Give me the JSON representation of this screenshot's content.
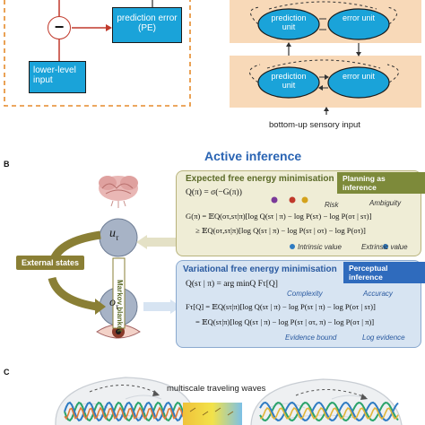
{
  "panel_a": {
    "minus_sign": "−",
    "prediction_error": "prediction error (PE)",
    "lower_level_input": "lower-level input",
    "prediction_unit_top": "prediction unit",
    "error_unit_top": "error unit",
    "prediction_unit_bottom": "prediction unit",
    "error_unit_bottom": "error unit",
    "bottom_up": "bottom-up sensory input"
  },
  "panel_b": {
    "letter": "B",
    "title": "Active inference",
    "u_tau": "u",
    "o_tau": "o",
    "tau": "τ",
    "external_states": "External states",
    "markov_blanket": "Markov blanket",
    "efe": {
      "header": "Expected free energy minimisation",
      "tag": "Planning as inference",
      "eq1": "Q(π) = σ(−G(π))",
      "risk": "Risk",
      "ambiguity": "Ambiguity",
      "eq2": "G(π) = 𝔼Q(oτ,sτ|π)[log Q(sτ | π) − log P(sτ) − log P(oτ | sτ)]",
      "eq3": "≥ 𝔼Q(oτ,sτ|π)[log Q(sτ | π) − log P(sτ | oτ) − log P(oτ)]",
      "intrinsic": "Intrinsic value",
      "extrinsic": "Extrinsic value",
      "dot_colors": [
        "#7a3a99",
        "#c0392b",
        "#d4a21c",
        "#2e7bc2"
      ]
    },
    "vfe": {
      "header": "Variational free energy minimisation",
      "tag": "Perceptual inference",
      "eq1": "Q(sτ | π) = arg minQ Fτ[Q]",
      "complexity": "Complexity",
      "accuracy": "Accuracy",
      "eq2": "Fτ[Q] = 𝔼Q(sτ|π)[log Q(sτ | π) − log P(sτ | π) − log P(oτ | sτ)]",
      "eq3": "= 𝔼Q(sτ|π)[log Q(sτ | π) − log P(sτ | oτ, π) − log P(oτ | π)]",
      "evidence_bound": "Evidence bound",
      "log_evidence": "Log evidence"
    }
  },
  "panel_c": {
    "letter": "C",
    "label": "multiscale traveling waves"
  },
  "colors": {
    "box_blue": "#1aa3d9",
    "peach": "#f8d9b8",
    "olive_arrow": "#8a7f35",
    "green_header": "#5b6a28",
    "blue_header": "#2a5aa0"
  }
}
